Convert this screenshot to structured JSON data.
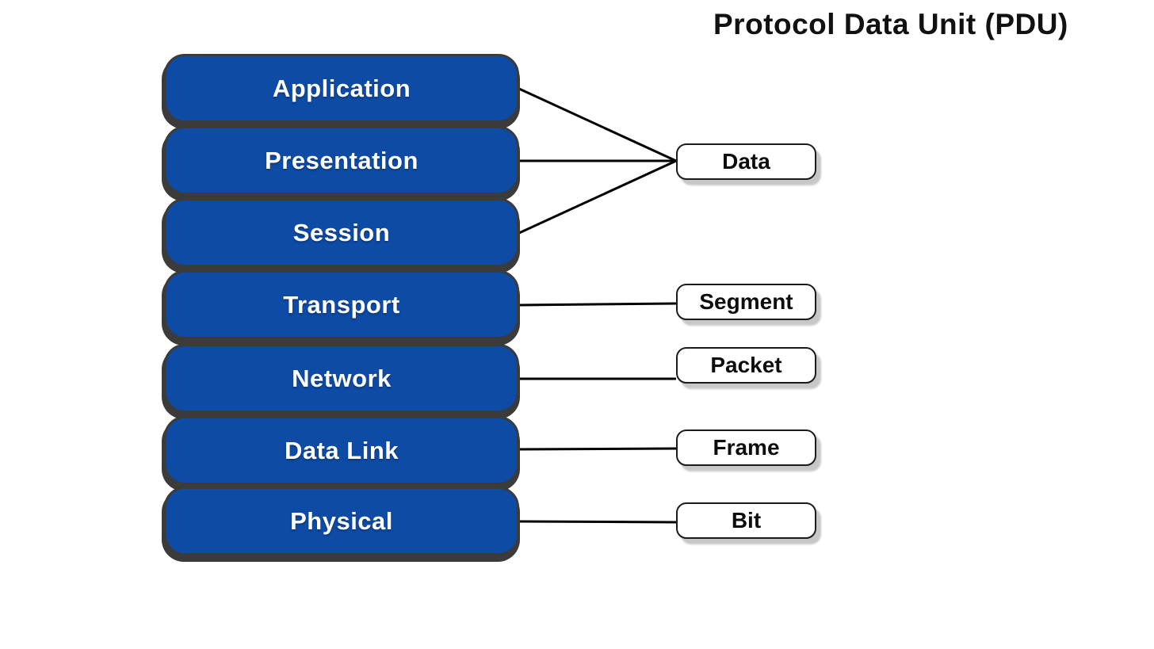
{
  "title": "Protocol Data Unit (PDU)",
  "layers": [
    {
      "label": "Application"
    },
    {
      "label": "Presentation"
    },
    {
      "label": "Session"
    },
    {
      "label": "Transport"
    },
    {
      "label": "Network"
    },
    {
      "label": "Data Link"
    },
    {
      "label": "Physical"
    }
  ],
  "pdus": [
    {
      "label": "Data"
    },
    {
      "label": "Segment"
    },
    {
      "label": "Packet"
    },
    {
      "label": "Frame"
    },
    {
      "label": "Bit"
    }
  ],
  "mapping": [
    {
      "layers": [
        "Application",
        "Presentation",
        "Session"
      ],
      "pdu": "Data"
    },
    {
      "layers": [
        "Transport"
      ],
      "pdu": "Segment"
    },
    {
      "layers": [
        "Network"
      ],
      "pdu": "Packet"
    },
    {
      "layers": [
        "Data Link"
      ],
      "pdu": "Frame"
    },
    {
      "layers": [
        "Physical"
      ],
      "pdu": "Bit"
    }
  ],
  "colors": {
    "layer_fill": "#0e4ba5",
    "layer_outline": "#3b3b3b",
    "layer_text": "#ffffff",
    "pdu_fill": "#ffffff",
    "pdu_outline": "#1c1c1c",
    "pdu_text": "#0d0d0d",
    "connector": "#000000",
    "title_text": "#111111",
    "background": "#ffffff"
  }
}
